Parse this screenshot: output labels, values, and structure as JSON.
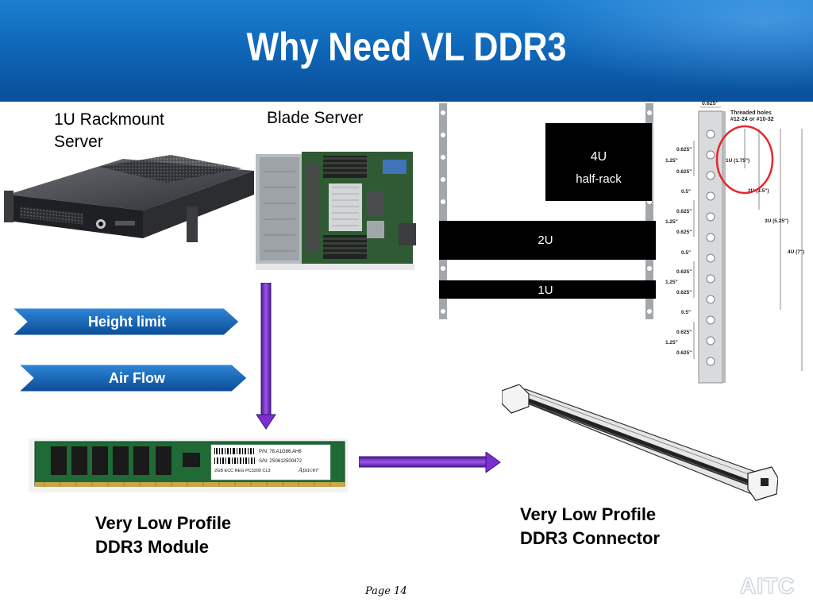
{
  "slide": {
    "title": "Why Need VL DDR3",
    "page_label": "Page 14",
    "logo_text": "AITC"
  },
  "labels": {
    "rackmount_line1": "1U Rackmount",
    "rackmount_line2": "Server",
    "blade": "Blade Server",
    "module_line1": "Very Low Profile",
    "module_line2": "DDR3 Module",
    "connector_line1": "Very Low Profile",
    "connector_line2": "DDR3 Connector"
  },
  "chevrons": {
    "height_limit": "Height limit",
    "air_flow": "Air Flow"
  },
  "rack": {
    "units": [
      "4U",
      "half-rack",
      "2U",
      "1U"
    ]
  },
  "dims": {
    "hdr": "0.625\"",
    "threaded1": "Threaded holes",
    "threaded2": "#12-24 or #10-32",
    "u1": "1U (1.75\")",
    "u2": "2U (3.5\")",
    "u3": "3U (5.25\")",
    "u4": "4U (7\")",
    "d0625": "0.625\"",
    "d05": "0.5\"",
    "d125": "1.25\""
  },
  "dimm": {
    "pn": "P/N: 78.A1G86.AH6",
    "sn": "S/N: 2S0612500472",
    "spec": "2GB ECC REG PC3200 CL3",
    "brand": "Apacer"
  },
  "colors": {
    "header_blue": "#0e63b4",
    "arrow_purple": "#7b2fd1",
    "red_circle": "#e8262c"
  }
}
